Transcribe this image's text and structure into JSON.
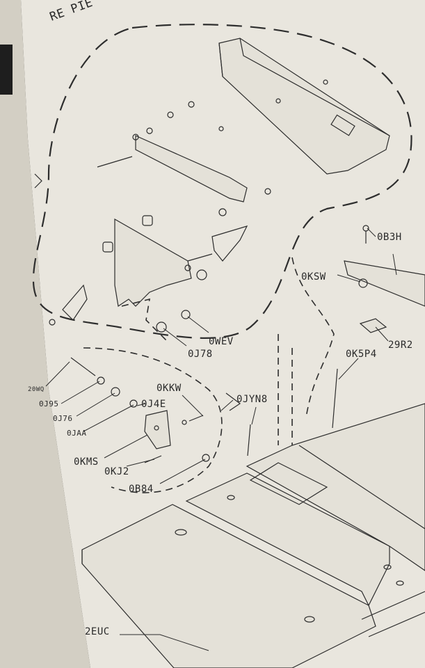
{
  "header": {
    "partial_title": "RE PIE"
  },
  "labels": {
    "owev": "0WEV",
    "oj78": "0J78",
    "okkw": "0KKW",
    "ojyn8": "0JYN8",
    "oj4e": "0J4E",
    "okms": "0KMS",
    "okj2": "0KJ2",
    "ob84": "0B84",
    "ojaa": "0JAA",
    "oj76": "0J76",
    "oj95": "0J95",
    "twowq": "20WQ",
    "ob3h": "0B3H",
    "oksw": "0KSW",
    "r29r2": "29R2",
    "ok5p4": "0K5P4",
    "euc2": "2EUC"
  }
}
